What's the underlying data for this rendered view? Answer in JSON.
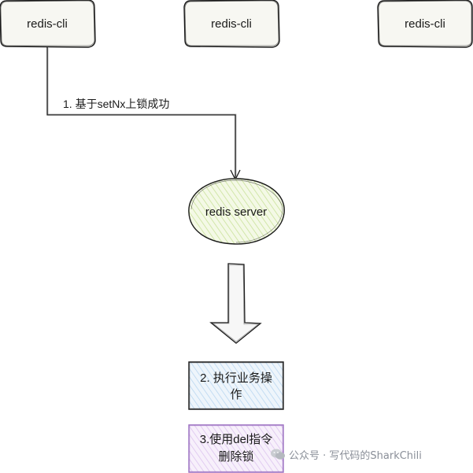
{
  "nodes": {
    "client_1": "redis-cli",
    "client_2": "redis-cli",
    "client_3": "redis-cli",
    "server": "redis server"
  },
  "edges": {
    "lock_step": "1. 基于setNx上锁成功"
  },
  "steps": {
    "step2_line1": "2. 执行业务操",
    "step2_line2": "作",
    "step3_line1": "3.使用del指令",
    "step3_line2": "删除锁"
  },
  "watermark": {
    "text": "公众号 · 写代码的SharkChili"
  },
  "colors": {
    "stroke": "#1a1a1a",
    "client_fill": "#f7f7f2",
    "server_fill": "#e9f4d0",
    "step2_fill": "#dcecf8",
    "step3_fill": "#efe3f7",
    "step3_stroke": "#9b6fc1"
  }
}
